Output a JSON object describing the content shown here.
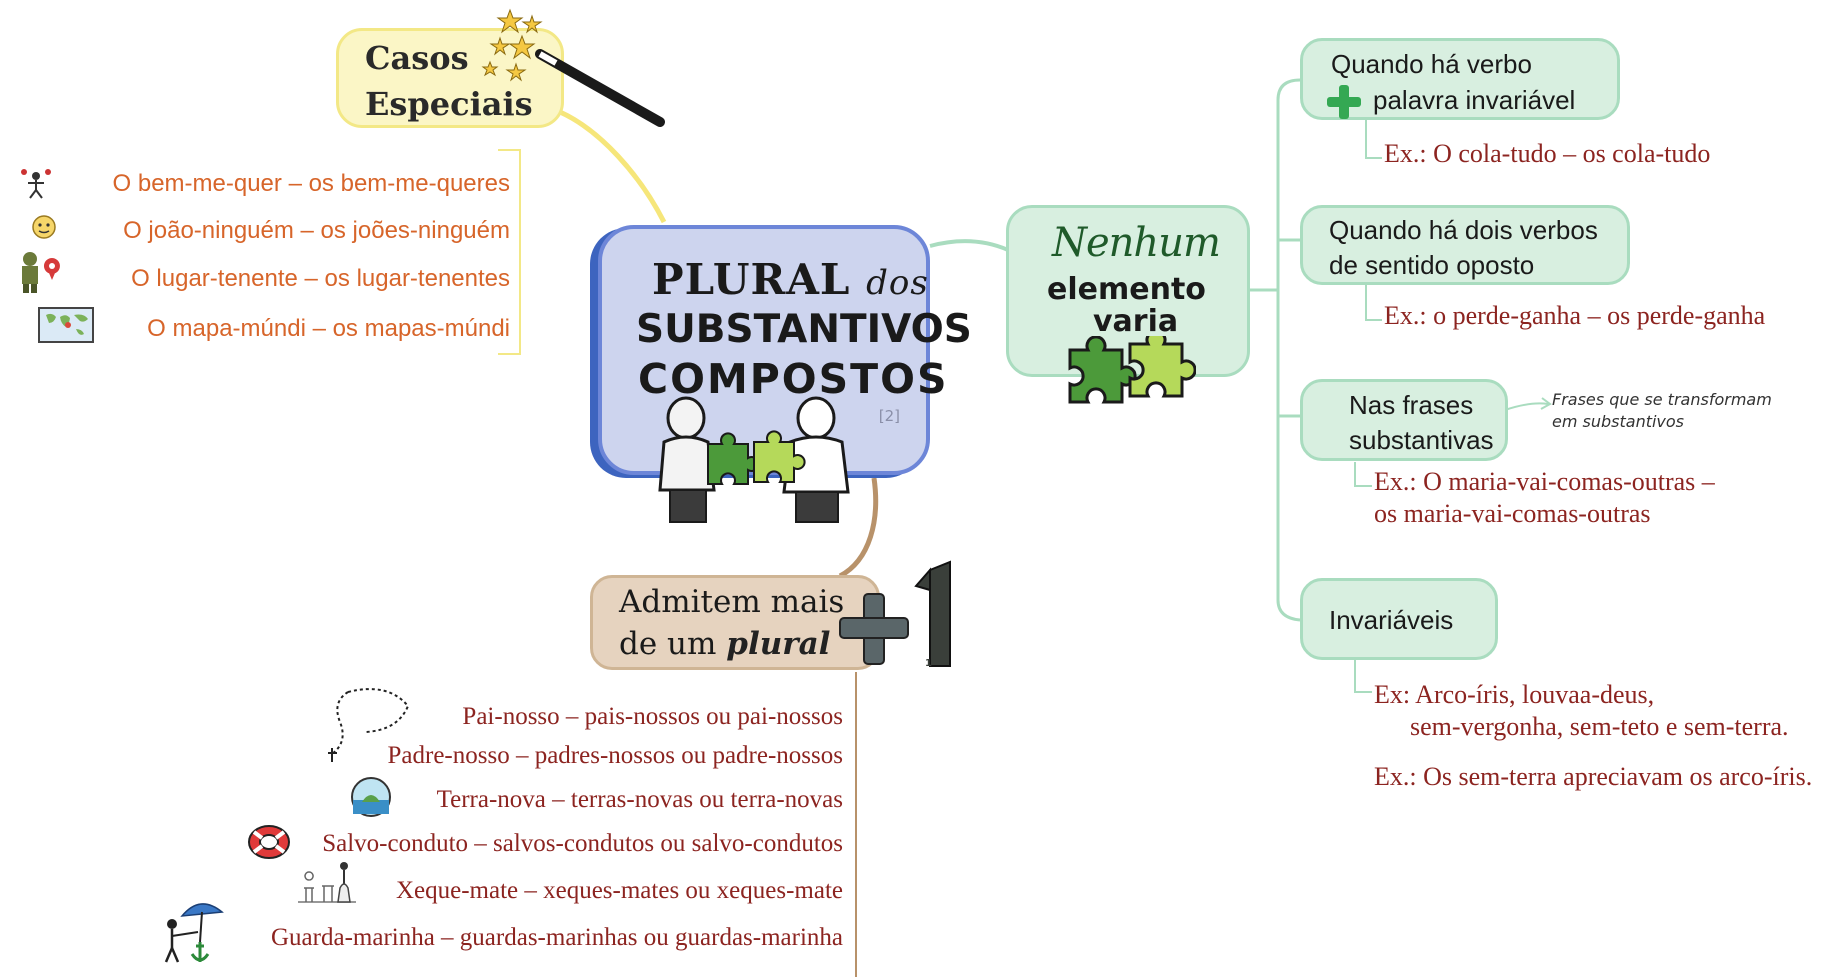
{
  "central": {
    "title_main": "PLURAL",
    "title_conn": "dos",
    "line2": "SUBSTANTIVOS",
    "line3": "COMPOSTOS",
    "ref": "[2]"
  },
  "casos_especiais": {
    "label_line1": "Casos",
    "label_line2": "Especiais",
    "items": [
      "O bem-me-quer – os bem-me-queres",
      "O joão-ninguém – os joões-ninguém",
      "O lugar-tenente – os lugar-tenentes",
      "O mapa-múndi – os mapas-múndi"
    ],
    "icons": [
      "juggler-icon",
      "face-icon",
      "soldier-icon",
      "world-map-icon"
    ]
  },
  "nenhum": {
    "line1": "Nenhum",
    "line2": "elemento",
    "line3": "varia",
    "branches": [
      {
        "line1": "Quando há verbo",
        "line2": "palavra invariável",
        "example": "Ex.: O cola-tudo – os cola-tudo"
      },
      {
        "line1": "Quando há dois verbos",
        "line2": "de sentido oposto",
        "example": "Ex.: o perde-ganha – os perde-ganha"
      },
      {
        "line1": "Nas frases",
        "line2": "substantivas",
        "example_line1": "Ex.: O maria-vai-comas-outras –",
        "example_line2": "os maria-vai-comas-outras",
        "note_line1": "Frases que se transformam",
        "note_line2": "em substantivos"
      },
      {
        "line1": "Invariáveis",
        "example_line1": "Ex: Arco-íris, louvaa-deus,",
        "example_line2": "sem-vergonha, sem-teto e sem-terra.",
        "example_line3": "Ex.: Os sem-terra apreciavam os arco-íris."
      }
    ]
  },
  "admitem": {
    "line1": "Admitem mais",
    "line2_prefix": "de um",
    "line2_word": "plural",
    "badge": "1",
    "items": [
      "Pai-nosso – pais-nossos ou pai-nossos",
      "Padre-nosso – padres-nossos ou padre-nossos",
      "Terra-nova – terras-novas ou terra-novas",
      "Salvo-conduto – salvos-condutos ou salvo-condutos",
      "Xeque-mate – xeques-mates ou xeques-mate",
      "Guarda-marinha – guardas-marinhas ou guardas-marinha"
    ],
    "icons": [
      "rosary-icon",
      "island-icon",
      "lifebuoy-icon",
      "chess-icon",
      "guard-umbrella-icon"
    ]
  },
  "colors": {
    "central_fill": "#cdd4ee",
    "central_border": "#3d64bf",
    "casos_fill": "#fbf6c6",
    "casos_text": "#d7652a",
    "green_fill": "#d8efe0",
    "green_line": "#a9dcbf",
    "example_text": "#8c2420",
    "brown_fill": "#e6d3bf",
    "brown_line": "#b8926a"
  }
}
